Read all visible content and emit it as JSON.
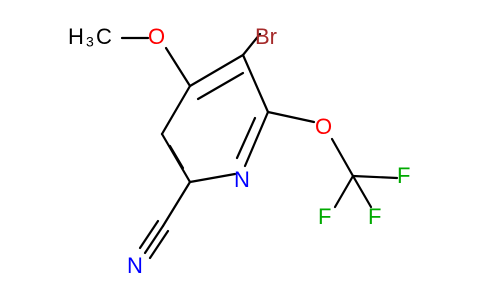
{
  "molecule": {
    "atoms": {
      "methyl_label": "H",
      "methyl_sub": "3",
      "methyl_c": "C",
      "methoxy_o": "O",
      "br": "Br",
      "trifluoromethoxy_o": "O",
      "ring_n": "N",
      "nitrile_n": "N",
      "f_top": "F",
      "f_left": "F",
      "f_bottom": "F"
    },
    "colors": {
      "bond": "#000000",
      "oxygen": "#ff0000",
      "nitrogen": "#0000ff",
      "bromine": "#a52a2a",
      "fluorine": "#00aa00"
    }
  }
}
